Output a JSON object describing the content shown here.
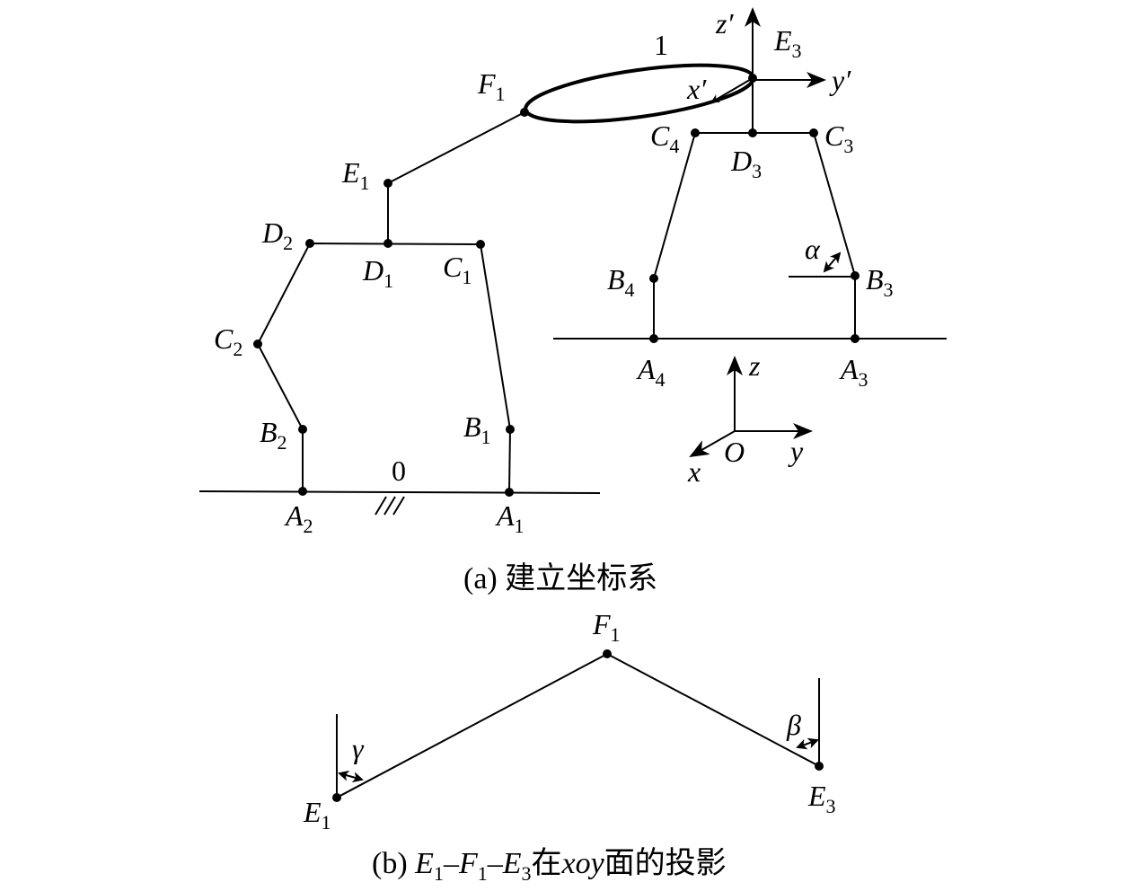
{
  "diagram": {
    "points": {
      "A1": {
        "letter": "A",
        "sub": "1"
      },
      "A2": {
        "letter": "A",
        "sub": "2"
      },
      "B1": {
        "letter": "B",
        "sub": "1"
      },
      "B2": {
        "letter": "B",
        "sub": "2"
      },
      "C1": {
        "letter": "C",
        "sub": "1"
      },
      "C2": {
        "letter": "C",
        "sub": "2"
      },
      "D1": {
        "letter": "D",
        "sub": "1"
      },
      "D2": {
        "letter": "D",
        "sub": "2"
      },
      "E1": {
        "letter": "E",
        "sub": "1"
      },
      "F1": {
        "letter": "F",
        "sub": "1"
      },
      "A3": {
        "letter": "A",
        "sub": "3"
      },
      "A4": {
        "letter": "A",
        "sub": "4"
      },
      "B3": {
        "letter": "B",
        "sub": "3"
      },
      "B4": {
        "letter": "B",
        "sub": "4"
      },
      "C3": {
        "letter": "C",
        "sub": "3"
      },
      "C4": {
        "letter": "C",
        "sub": "4"
      },
      "D3": {
        "letter": "D",
        "sub": "3"
      },
      "E3": {
        "letter": "E",
        "sub": "3"
      },
      "bE1": {
        "letter": "E",
        "sub": "1"
      },
      "bF1": {
        "letter": "F",
        "sub": "1"
      },
      "bE3": {
        "letter": "E",
        "sub": "3"
      }
    },
    "link_labels": {
      "ground": "0",
      "ring": "1"
    },
    "axes": {
      "x_prime": "x′",
      "y_prime": "y′",
      "z_prime": "z′",
      "x": "x",
      "y": "y",
      "z": "z",
      "origin": "O"
    },
    "angles": {
      "alpha": "α",
      "beta": "β",
      "gamma": "γ"
    },
    "captions": {
      "a": "(a) 建立坐标系",
      "b_prefix": "(b) ",
      "b_e": "E",
      "b_e_sub": "1",
      "b_dash1": "–",
      "b_f": "F",
      "b_f_sub": "1",
      "b_dash2": "–",
      "b_e3": "E",
      "b_e3_sub": "3",
      "b_mid": "在",
      "b_plane": "xoy",
      "b_suffix": "面的投影"
    }
  }
}
